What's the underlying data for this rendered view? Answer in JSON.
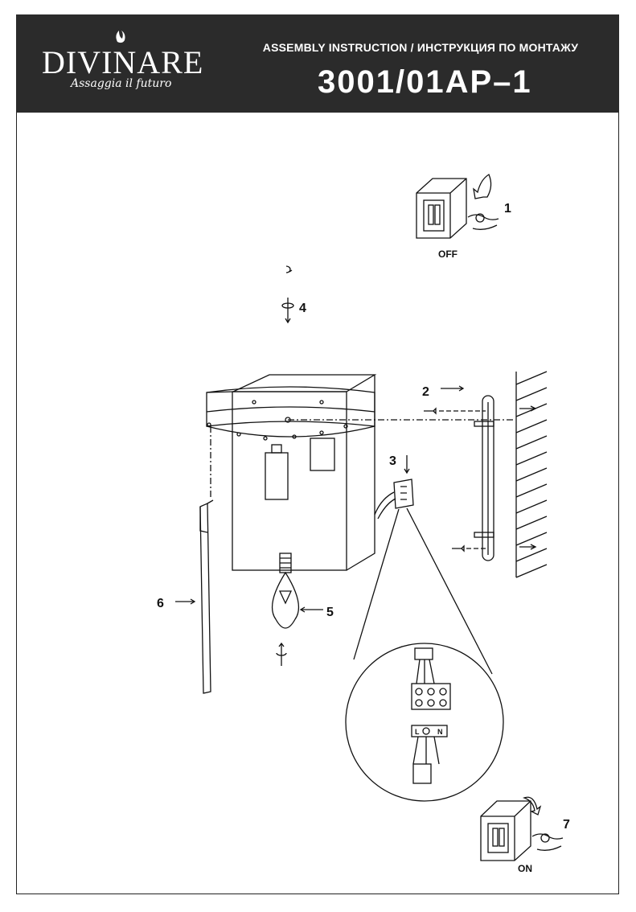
{
  "header": {
    "brand": "DIVINARE",
    "tagline": "Assaggia il futuro",
    "title": "ASSEMBLY INSTRUCTION / ИНСТРУКЦИЯ ПО МОНТАЖУ",
    "model": "3001/01AP–1"
  },
  "steps": {
    "step1": "1",
    "step2": "2",
    "step3": "3",
    "step4": "4",
    "step5": "5",
    "step6": "6",
    "step7": "7"
  },
  "labels": {
    "off": "OFF",
    "on": "ON",
    "terminal_l": "L",
    "terminal_n": "N"
  }
}
